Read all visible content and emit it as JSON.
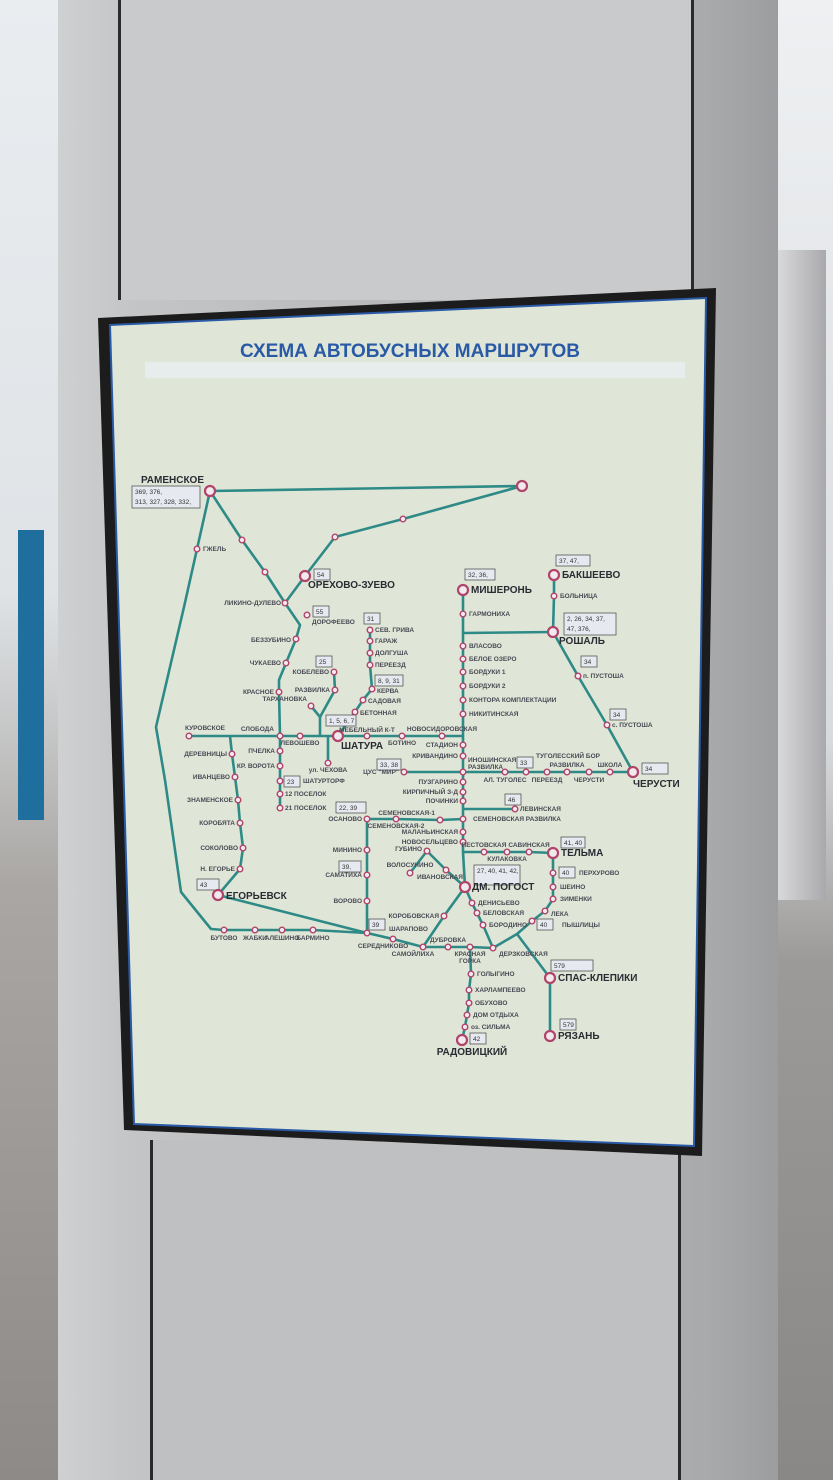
{
  "title": "СХЕМА АВТОБУСНЫХ МАРШРУТОВ",
  "colors": {
    "line": "#2e8a86",
    "stop": "#b0446a",
    "title": "#2a5aa6",
    "poster": "#dfe6d7"
  },
  "stations": {
    "ramenskoe": "РАМЕНСКОЕ",
    "orekhovo": "ОРЕХОВО-ЗУЕВО",
    "likino": "ЛИКИНО-ДУЛЕВО",
    "gzhel": "ГЖЕЛЬ",
    "dorofeevo": "ДОРОФЕЕВО",
    "bezzubino": "БЕЗЗУБИНО",
    "chukaevo": "ЧУКАЕВО",
    "krasnoe": "КРАСНОЕ",
    "sloboda": "СЛОБОДА",
    "levoshevo": "ЛЕВОШЕВО",
    "shatura": "ШАТУРА",
    "mebelny": "МЕБЕЛЬНЫЙ К-Т",
    "botino": "БОТИНО",
    "novosidorovskaya": "НОВОСИДОРОВСКАЯ",
    "kurovskoe": "КУРОВСКОЕ",
    "kobelevo": "КОБЕЛЕВО",
    "razvilka1": "РАЗВИЛКА",
    "tarkhanovka": "ТАРХАНОВКА",
    "sevgriva": "СЕВ. ГРИВА",
    "garazh": "ГАРАЖ",
    "dolgusha": "ДОЛГУША",
    "pereezd1": "ПЕРЕЕЗД",
    "kerva": "КЕРВА",
    "sadovaya": "САДОВАЯ",
    "betonnaya": "БЕТОННАЯ",
    "chekhova": "ул. ЧЕХОВА",
    "pchelka": "ПЧЕЛКА",
    "krvorota": "КР. ВОРОТА",
    "shaturtorf": "ШАТУРТОРФ",
    "pos12": "12 ПОСЕЛОК",
    "pos21": "21 ПОСЕЛОК",
    "derevnitsy": "ДЕРЕВНИЦЫ",
    "ivantsevo": "ИВАНЦЕВО",
    "znamenskoe": "ЗНАМЕНСКОЕ",
    "korobyata": "КОРОБЯТА",
    "sokolovo": "СОКОЛОВО",
    "negorye": "Н. ЕГОРЬЕ",
    "egorievsk": "ЕГОРЬЕВСК",
    "butovo": "БУТОВО",
    "zhabki": "ЖАБКИ",
    "aleshino": "АЛЕШИНО",
    "barmino": "БАРМИНО",
    "osanovo": "ОСАНОВО",
    "minino": "МИНИНО",
    "samatikha": "САМАТИХА",
    "vorovo": "ВОРОВО",
    "sharapovo": "ШАРАПОВО",
    "serednikovo": "СЕРЕДНИКОВО",
    "samoylikha": "САМОЙЛИХА",
    "dubrovka": "ДУБРОВКА",
    "krgorka": "КРАСНАЯ ГОРКА",
    "derzkovskaya": "ДЕРЗКОВСКАЯ",
    "sem2": "СЕМЕНОВСКАЯ-2",
    "sem1": "СЕМЕНОВСКАЯ-1",
    "semrazv": "СЕМЕНОВСКАЯ РАЗВИЛКА",
    "misheron": "МИШЕРОНЬ",
    "garmonikha": "ГАРМОНИХА",
    "vlasovo": "ВЛАСОВО",
    "beloe": "БЕЛОЕ ОЗЕРО",
    "borduki1": "БОРДУКИ 1",
    "borduki2": "БОРДУКИ 2",
    "kontora": "КОНТОРА КОМПЛЕКТАЦИИ",
    "nikitinskaya": "НИКИТИНСКАЯ",
    "stadion": "СТАДИОН",
    "krivandino": "КРИВАНДИНО",
    "inshinskaya": "ИНОШИНСКАЯ РАЗВИЛКА",
    "puzgarino": "ПУЗГАРИНО",
    "kirpichny": "КИРПИЧНЫЙ З-Д",
    "pochinki": "ПОЧИНКИ",
    "malanyinskaya": "МАЛАНЬИНСКАЯ",
    "novoseltsevo": "НОВОСЕЛЬЦЕВО",
    "dmpogost": "ДМ. ПОГОСТ",
    "tsusmir": "ЦУС \"МИР\"",
    "bakshevo": "БАКШЕЕВО",
    "bolnitsa": "БОЛЬНИЦА",
    "roshal": "РОШАЛЬ",
    "ppustosha": "п. ПУСТОША",
    "spustosha": "с. ПУСТОША",
    "cherusti": "ЧЕРУСТИ",
    "altugoles": "АЛ. ТУГОЛЕС",
    "tugolesbor": "ТУГОЛЕССКИЙ БОР",
    "pereezd2": "ПЕРЕЕЗД",
    "razvilka2": "РАЗВИЛКА",
    "cherusti2": "ЧЕРУСТИ",
    "shkola": "ШКОЛА",
    "levinskaya": "ЛЕВИНСКАЯ",
    "pestovskaya": "ПЕСТОВСКАЯ",
    "kulakovka": "КУЛАКОВКА",
    "savinskaya": "САВИНСКАЯ",
    "telma": "ТЕЛЬМА",
    "perkhurovo": "ПЕРХУРОВО",
    "sheino": "ШЕИНО",
    "zimenki": "ЗИМЕНКИ",
    "leka": "ЛЕКА",
    "pyshlitsy": "ПЫШЛИЦЫ",
    "gubino": "ГУБИНО",
    "volosunino": "ВОЛОСУНИНО",
    "ivanovskaya": "ИВАНОВСКАЯ",
    "denisyevo": "ДЕНИСЬЕВО",
    "belovskaya": "БЕЛОВСКАЯ",
    "borodino": "БОРОДИНО",
    "korobovskaya": "КОРОБОВСКАЯ",
    "golygino": "ГОЛЫГИНО",
    "kharlampeevo": "ХАРЛАМПЕЕВО",
    "obukhovo": "ОБУХОВО",
    "domotdykha": "ДОМ ОТДЫХА",
    "silma": "оз. СИЛЬМА",
    "radovitsky": "РАДОВИЦКИЙ",
    "spasklepiki": "СПАС-КЛЕПИКИ",
    "ryazan": "РЯЗАНЬ"
  },
  "route_boxes": [
    "369, 376,",
    "313, 327, 328, 332,",
    "54",
    "55",
    "31",
    "25",
    "8, 9, 31",
    "1, 5, 6, 7",
    "33, 38",
    "23",
    "32, 36,",
    "37, 47,",
    "2, 26, 34, 37,",
    "47, 376,",
    "34",
    "34",
    "33",
    "34",
    "46",
    "22, 39",
    "39,",
    "43",
    "39",
    "27, 40, 41, 42,",
    "41, 40",
    "40",
    "40",
    "579",
    "579",
    "42"
  ]
}
